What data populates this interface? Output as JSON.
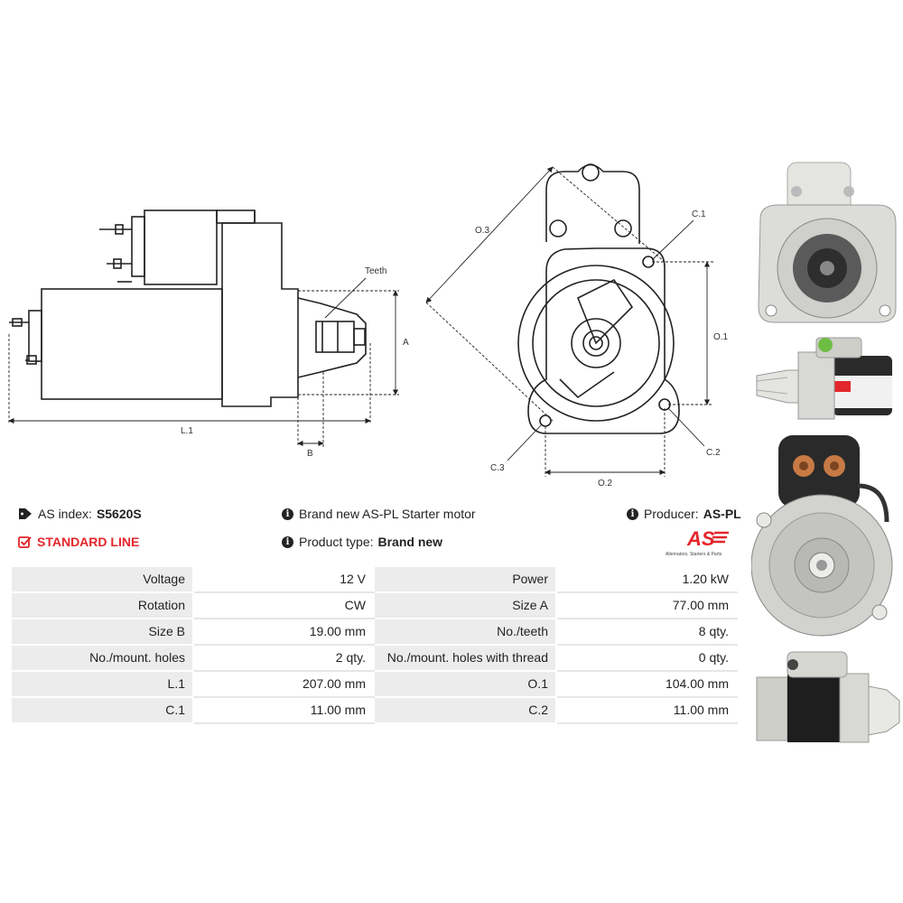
{
  "drawing_labels": {
    "teeth": "Teeth",
    "a": "A",
    "b": "B",
    "l1": "L.1",
    "o1": "O.1",
    "o2": "O.2",
    "o3": "O.3",
    "c1": "C.1",
    "c2": "C.2",
    "c3": "C.3"
  },
  "info": {
    "index_label": "AS index:",
    "index_value": "S5620S",
    "line_label": "STANDARD LINE",
    "description": "Brand new AS-PL Starter motor",
    "type_label": "Product type:",
    "type_value": "Brand new",
    "producer_label": "Producer:",
    "producer_value": "AS-PL"
  },
  "logo": {
    "text": "AS",
    "tagline": "Alternators, Starters & Parts",
    "color": "#e3262b"
  },
  "specs": [
    {
      "k1": "Voltage",
      "v1": "12 V",
      "k2": "Power",
      "v2": "1.20 kW"
    },
    {
      "k1": "Rotation",
      "v1": "CW",
      "k2": "Size A",
      "v2": "77.00 mm"
    },
    {
      "k1": "Size B",
      "v1": "19.00 mm",
      "k2": "No./teeth",
      "v2": "8 qty."
    },
    {
      "k1": "No./mount. holes",
      "v1": "2 qty.",
      "k2": "No./mount. holes with thread",
      "v2": "0 qty."
    },
    {
      "k1": "L.1",
      "v1": "207.00 mm",
      "k2": "O.1",
      "v2": "104.00 mm"
    },
    {
      "k1": "C.1",
      "v1": "11.00 mm",
      "k2": "C.2",
      "v2": "11.00 mm"
    }
  ]
}
